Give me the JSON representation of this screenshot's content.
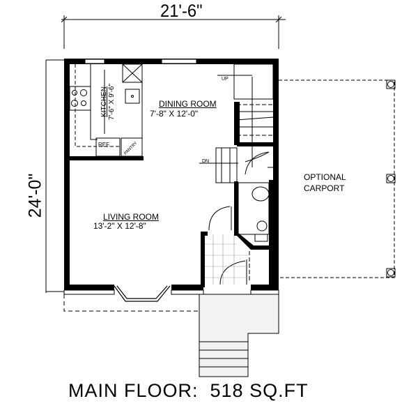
{
  "plan": {
    "title": "MAIN FLOOR:  518 SQ.FT",
    "overall_width": "21'-6\"",
    "overall_depth": "24'-0\""
  },
  "rooms": {
    "kitchen": {
      "name": "KITCHEN",
      "dims": "7'-6\" X 9'-6\""
    },
    "dining": {
      "name": "DINING ROOM",
      "dims": "7'-8\" X 12'-0\""
    },
    "living": {
      "name": "LIVING ROOM",
      "dims": "13'-2\" X 12'-8\""
    },
    "carport": {
      "line1": "OPTIONAL",
      "line2": "CARPORT"
    }
  },
  "fixtures": {
    "ref": "REF.",
    "pantry": "PANTRY",
    "stairs_up": "UP",
    "stairs_down": "DN"
  },
  "colors": {
    "wall": "#000000",
    "background": "#ffffff",
    "line": "#000000"
  }
}
